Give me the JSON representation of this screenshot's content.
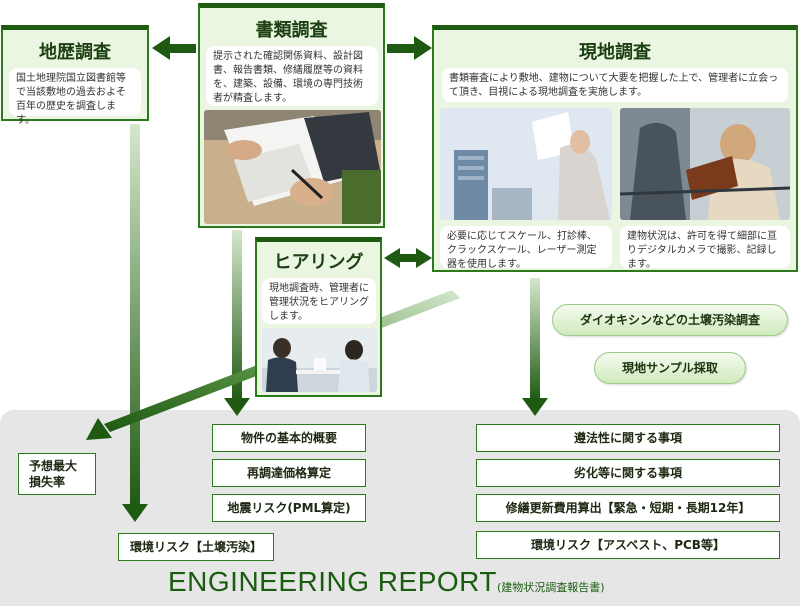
{
  "boxes": {
    "chireki": {
      "title": "地歴調査",
      "text": "国土地理院国立図書館等で当該敷地の過去およそ百年の歴史を調査します。"
    },
    "shorui": {
      "title": "書類調査",
      "text": "提示された確認関係資料、設計図書、報告書類、修繕履歴等の資料を、建築、設備、環境の専門技術者が精査します。"
    },
    "genchi": {
      "title": "現地調査",
      "text": "書類審査により敷地、建物について大要を把握した上で、管理者に立会って頂き、目視による現地調査を実施します。",
      "caption_left": "必要に応じてスケール、打診棒、クラックスケール、レーザー測定器を使用します。",
      "caption_right": "建物状況は、許可を得て細部に亘りデジタルカメラで撮影、記録します。"
    },
    "hearing": {
      "title": "ヒアリング",
      "text": "現地調査時、管理者に管理状況をヒアリングします。"
    }
  },
  "ovals": [
    "ダイオキシンなどの土壌汚染調査",
    "現地サンプル採取"
  ],
  "report": {
    "title": "ENGINEERING REPORT",
    "subtitle": "(建物状況調査報告書)",
    "loss_label": "予想最大\n損失率",
    "left_items": [
      "物件の基本的概要",
      "再調達価格算定",
      "地震リスク(PML算定)"
    ],
    "env_left": "環境リスク【土壌汚染】",
    "right_items": [
      "遵法性に関する事項",
      "劣化等に関する事項",
      "修繕更新費用算出【緊急・短期・長期12年】",
      "環境リスク【アスベスト、PCB等】"
    ]
  },
  "colors": {
    "frame": "#2d7a1c",
    "box_fill": "#eaf6e2",
    "arrow": "#1f5a12",
    "title_text": "#1d4012",
    "report_bg": "#e6e6e6"
  }
}
